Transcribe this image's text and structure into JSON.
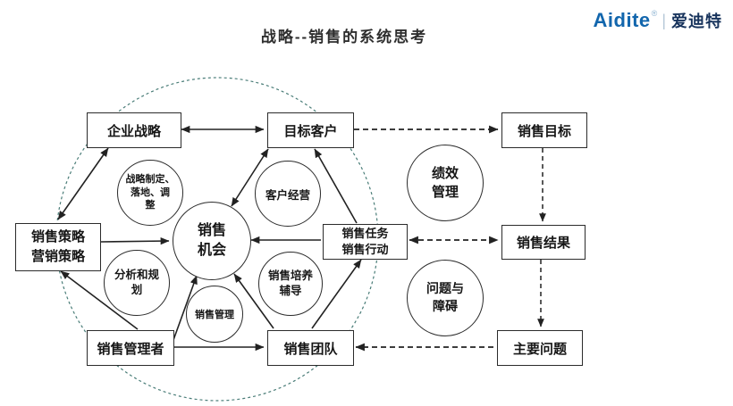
{
  "title": "战略--销售的系统思考",
  "logo": {
    "brand": "Aidite",
    "reg_mark": "®",
    "divider": "|",
    "brand_cn": "爱迪特",
    "brand_blue": "#1266ad",
    "brand_navy": "#17335c"
  },
  "nodes": {
    "boxes": [
      {
        "label": "企业战略"
      },
      {
        "label": "目标客户"
      },
      {
        "label": "销售目标"
      },
      {
        "label": "销售策略\n营销策略"
      },
      {
        "label": "销售任务\n销售行动"
      },
      {
        "label": "销售结果"
      },
      {
        "label": "销售管理者"
      },
      {
        "label": "销售团队"
      },
      {
        "label": "主要问题"
      }
    ],
    "circles": [
      {
        "label": "战略制定、\n落地、调\n整"
      },
      {
        "label": "客户经营"
      },
      {
        "label": "销售\n机会"
      },
      {
        "label": "绩效\n管理"
      },
      {
        "label": "分析和规\n划"
      },
      {
        "label": "销售培养\n辅导"
      },
      {
        "label": "问题与\n障碍"
      },
      {
        "label": "销售管理"
      }
    ]
  },
  "edges": [
    {
      "from": "企业战略",
      "to": "目标客户",
      "style": "solid",
      "direction": "both"
    },
    {
      "from": "企业战略",
      "to": "销售策略/营销策略",
      "style": "solid",
      "direction": "both"
    },
    {
      "from": "目标客户",
      "to": "销售机会",
      "style": "solid",
      "direction": "both"
    },
    {
      "from": "销售策略/营销策略",
      "to": "销售机会",
      "style": "solid",
      "direction": "forward"
    },
    {
      "from": "销售任务/销售行动",
      "to": "销售机会",
      "style": "solid",
      "direction": "forward"
    },
    {
      "from": "销售任务/销售行动",
      "to": "目标客户",
      "style": "solid",
      "direction": "forward"
    },
    {
      "from": "销售管理者",
      "to": "销售策略/营销策略",
      "style": "solid",
      "direction": "forward"
    },
    {
      "from": "销售管理者",
      "to": "销售机会",
      "style": "solid",
      "direction": "forward"
    },
    {
      "from": "销售团队",
      "to": "销售机会",
      "style": "solid",
      "direction": "forward"
    },
    {
      "from": "销售管理者",
      "to": "销售团队",
      "style": "solid",
      "direction": "forward"
    },
    {
      "from": "销售团队",
      "to": "销售任务/销售行动",
      "style": "solid",
      "direction": "forward"
    },
    {
      "from": "目标客户",
      "to": "销售目标",
      "style": "dashed",
      "direction": "forward"
    },
    {
      "from": "销售目标",
      "to": "销售结果",
      "style": "dashed",
      "direction": "forward"
    },
    {
      "from": "销售任务/销售行动",
      "to": "销售结果",
      "style": "dashed",
      "direction": "both"
    },
    {
      "from": "销售结果",
      "to": "主要问题",
      "style": "dashed",
      "direction": "forward"
    },
    {
      "from": "主要问题",
      "to": "销售团队",
      "style": "dashed",
      "direction": "forward"
    }
  ],
  "colors": {
    "line": "#222222",
    "boundary_circle": "#4a7d78",
    "node_border": "#2b2b2b",
    "background": "#ffffff"
  }
}
